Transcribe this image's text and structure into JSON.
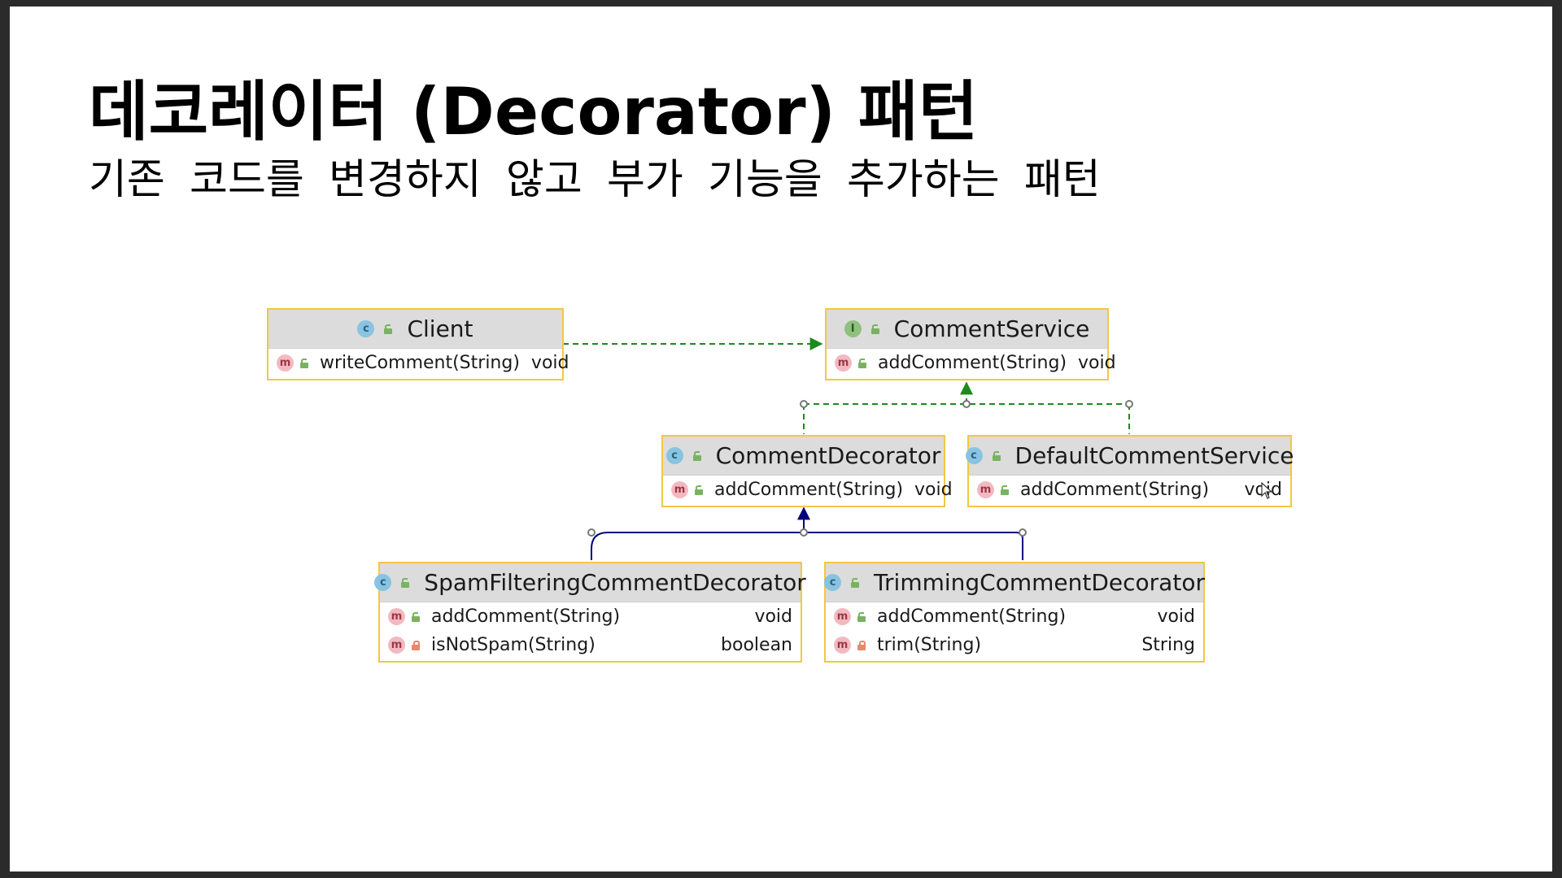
{
  "slide": {
    "title": "데코레이터 (Decorator) 패턴",
    "subtitle": "기존 코드를 변경하지 않고 부가 기능을 추가하는 패턴"
  },
  "colors": {
    "box_border": "#f2c744",
    "box_header": "#dcdcdc",
    "dependency_arrow": "#1d8a1d",
    "realization_arrow": "#1d8a1d",
    "inheritance_arrow": "#000080"
  },
  "classes": {
    "client": {
      "kind": "class",
      "name": "Client",
      "methods": [
        {
          "signature": "writeComment(String)",
          "returns": "void",
          "visibility": "public"
        }
      ]
    },
    "comment_service": {
      "kind": "interface",
      "name": "CommentService",
      "methods": [
        {
          "signature": "addComment(String)",
          "returns": "void",
          "visibility": "public"
        }
      ]
    },
    "comment_decorator": {
      "kind": "class",
      "name": "CommentDecorator",
      "methods": [
        {
          "signature": "addComment(String)",
          "returns": "void",
          "visibility": "public"
        }
      ]
    },
    "default_comment_service": {
      "kind": "class",
      "name": "DefaultCommentService",
      "methods": [
        {
          "signature": "addComment(String)",
          "returns": "void",
          "visibility": "public"
        }
      ]
    },
    "spam_filtering_decorator": {
      "kind": "class",
      "name": "SpamFilteringCommentDecorator",
      "methods": [
        {
          "signature": "addComment(String)",
          "returns": "void",
          "visibility": "public"
        },
        {
          "signature": "isNotSpam(String)",
          "returns": "boolean",
          "visibility": "private"
        }
      ]
    },
    "trimming_decorator": {
      "kind": "class",
      "name": "TrimmingCommentDecorator",
      "methods": [
        {
          "signature": "addComment(String)",
          "returns": "void",
          "visibility": "public"
        },
        {
          "signature": "trim(String)",
          "returns": "String",
          "visibility": "private"
        }
      ]
    }
  },
  "badges": {
    "class": "c",
    "interface": "I",
    "method": "m"
  },
  "relations": [
    {
      "from": "Client",
      "to": "CommentService",
      "type": "dependency"
    },
    {
      "from": "CommentDecorator",
      "to": "CommentService",
      "type": "realization"
    },
    {
      "from": "DefaultCommentService",
      "to": "CommentService",
      "type": "realization"
    },
    {
      "from": "SpamFilteringCommentDecorator",
      "to": "CommentDecorator",
      "type": "inheritance"
    },
    {
      "from": "TrimmingCommentDecorator",
      "to": "CommentDecorator",
      "type": "inheritance"
    }
  ]
}
